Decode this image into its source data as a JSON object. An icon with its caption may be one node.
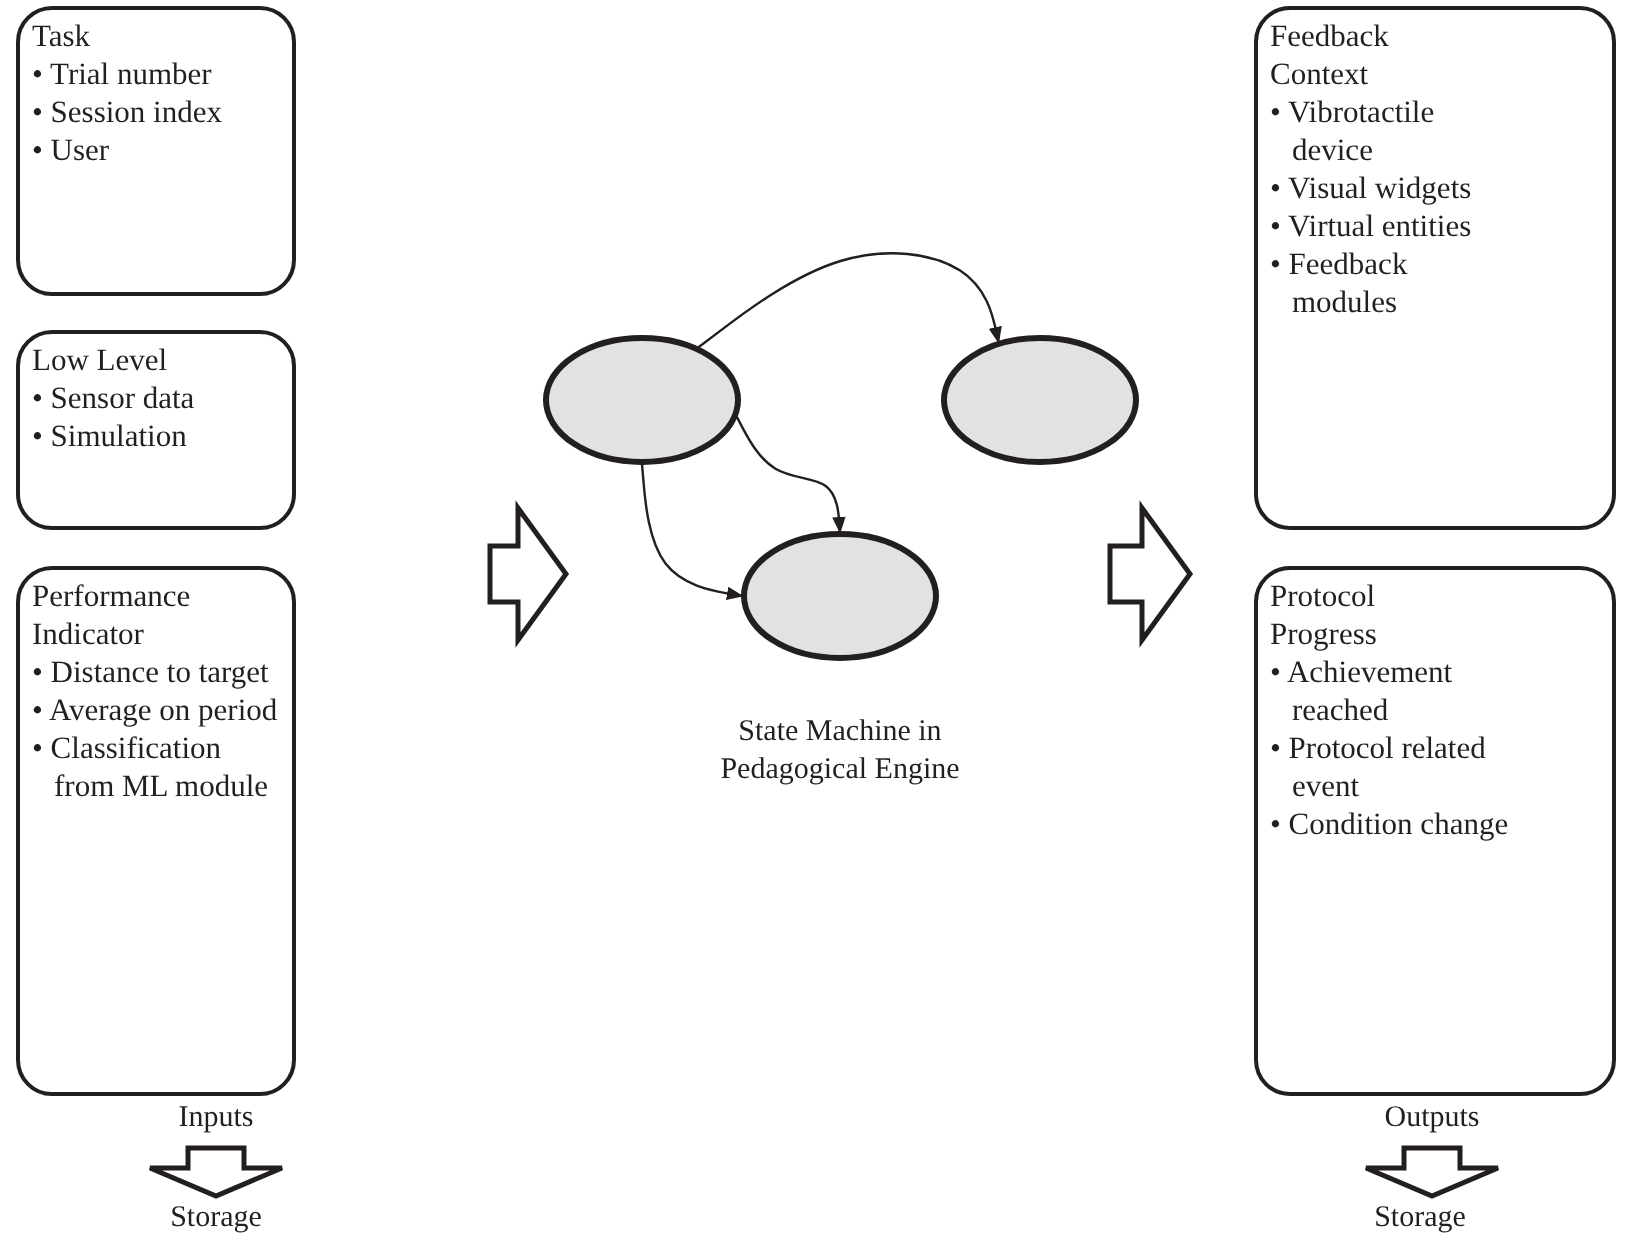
{
  "diagram": {
    "nodes": [
      {
        "text": [
          "Task",
          "• Trial number",
          "• Session index",
          "• User"
        ]
      },
      {
        "text": [
          "Low Level",
          "• Sensor data",
          "• Simulation"
        ]
      },
      {
        "text": [
          "Performance Indicator",
          "• Distance to target",
          "• Average on period",
          "• Classification from ML module"
        ]
      },
      {
        "text": [],
        "shape": "ellipse"
      },
      {
        "text": [],
        "shape": "ellipse"
      },
      {
        "text": [],
        "shape": "ellipse"
      },
      {
        "text": [
          "Feedback Context",
          "• Vibrotactile device",
          "• Visual widgets",
          "• Virtual entities",
          "• Feedback modules"
        ]
      },
      {
        "text": [
          "Protocol Progress",
          "• Achievement reached",
          "• Protocol related event",
          "• Condition change"
        ]
      },
      {
        "text": [
          "Inputs"
        ]
      },
      {
        "text": [
          "Storage"
        ]
      },
      {
        "text": [
          "Outputs"
        ]
      },
      {
        "text": [
          "Storage"
        ]
      }
    ],
    "edges": [
      {
        "from": 3,
        "to": 4,
        "arrow": "to"
      },
      {
        "from": 3,
        "to": 5,
        "arrow": "to"
      },
      {
        "from": 3,
        "to": 5,
        "arrow": "to"
      },
      {
        "from": 8,
        "to": 9,
        "arrow": "to",
        "style": "thick"
      },
      {
        "from": 10,
        "to": 11,
        "arrow": "to",
        "style": "thick"
      }
    ],
    "labels": [
      "State Machine in Pedagogical Engine"
    ]
  }
}
